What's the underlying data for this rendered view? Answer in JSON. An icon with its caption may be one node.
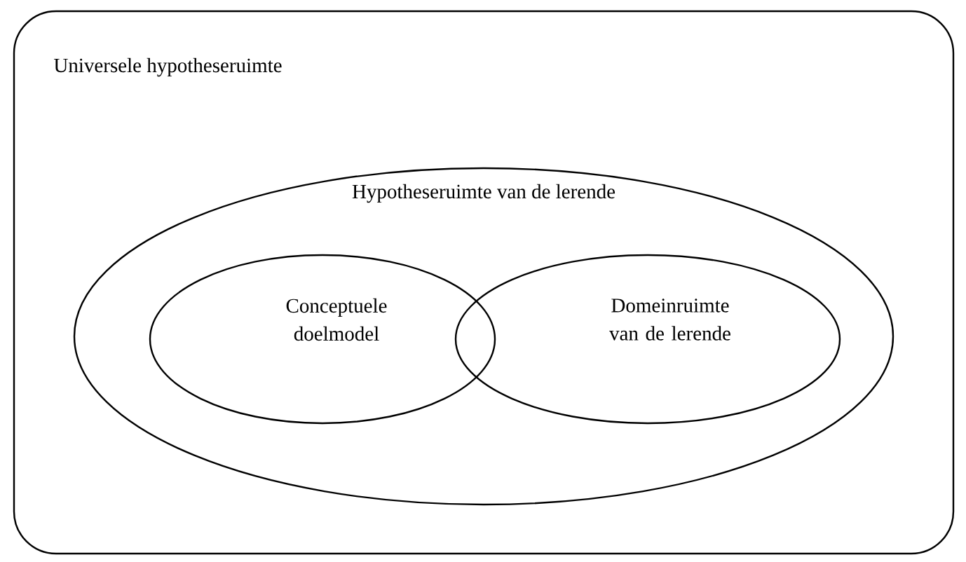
{
  "diagram": {
    "nodes": [
      {
        "text": [
          "Universele hypotheseruimte"
        ]
      },
      {
        "text": [
          "Hypotheseruimte van de lerende"
        ],
        "in": 0
      },
      {
        "text": [
          "Conceptuele doelmodel"
        ],
        "in": 1
      },
      {
        "text": [
          "Domeinruimte van de lerende"
        ],
        "in": 1
      }
    ]
  }
}
